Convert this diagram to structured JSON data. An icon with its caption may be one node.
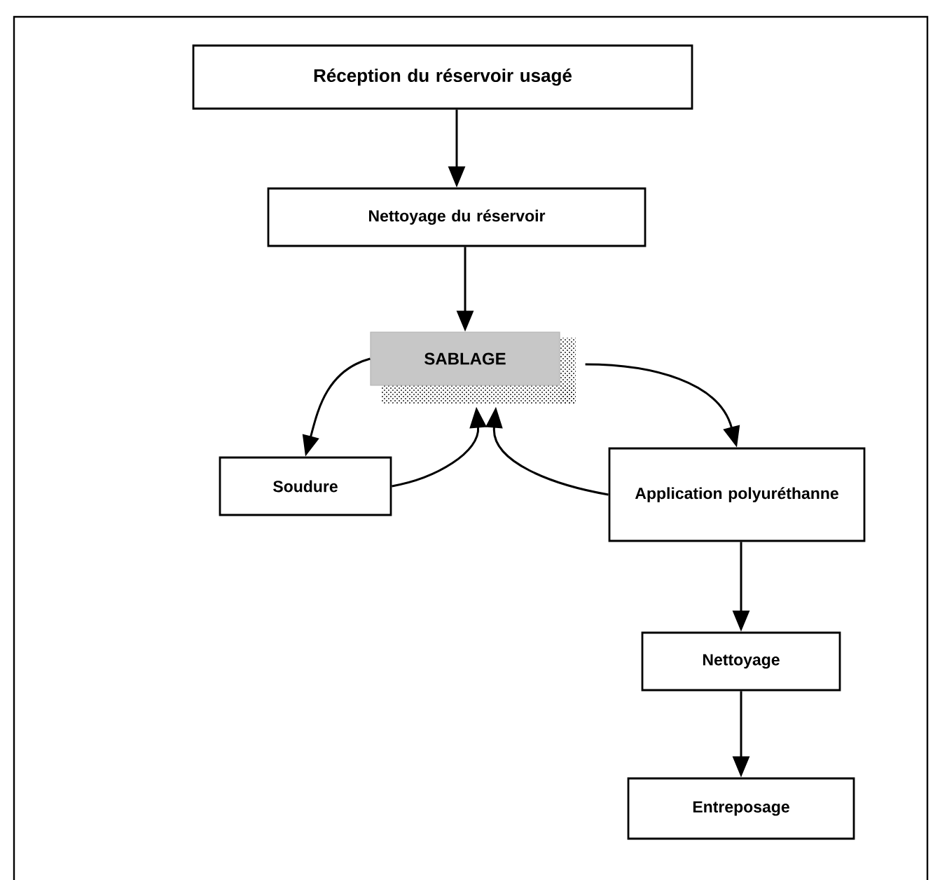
{
  "diagram": {
    "nodes": [
      {
        "text": [
          "Réception du réservoir usagé"
        ]
      },
      {
        "text": [
          "Nettoyage du réservoir"
        ]
      },
      {
        "text": [
          "SABLAGE"
        ]
      },
      {
        "text": [
          "Soudure"
        ]
      },
      {
        "text": [
          "Application polyuréthanne"
        ]
      },
      {
        "text": [
          "Nettoyage"
        ]
      },
      {
        "text": [
          "Entreposage"
        ]
      }
    ],
    "edges": [
      {
        "from": 0,
        "to": 1,
        "arrow": "to"
      },
      {
        "from": 1,
        "to": 2,
        "arrow": "to"
      },
      {
        "from": 2,
        "to": 3,
        "arrow": "to"
      },
      {
        "from": 3,
        "to": 2,
        "arrow": "to"
      },
      {
        "from": 4,
        "to": 2,
        "arrow": "to"
      },
      {
        "from": 2,
        "to": 4,
        "arrow": "to"
      },
      {
        "from": 4,
        "to": 5,
        "arrow": "to"
      },
      {
        "from": 5,
        "to": 6,
        "arrow": "to"
      }
    ]
  }
}
